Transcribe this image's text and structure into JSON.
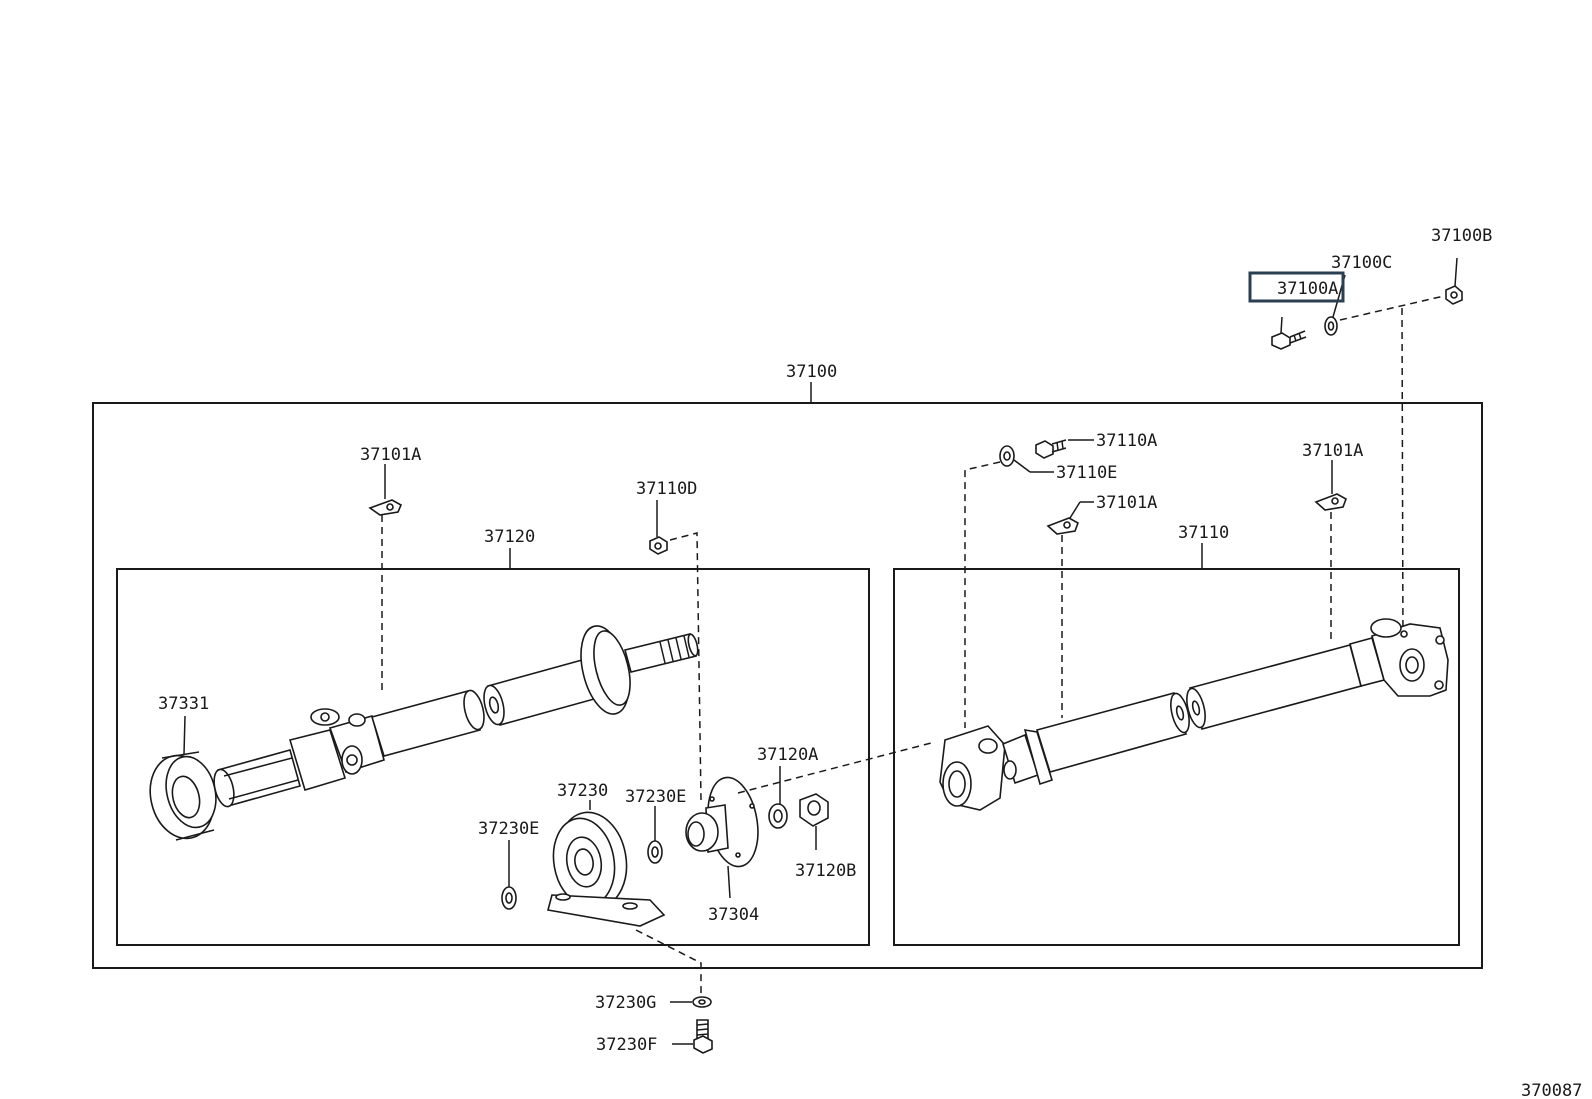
{
  "diagram": {
    "labels": {
      "p37100B": "37100B",
      "p37100C": "37100C",
      "p37100A": "37100A",
      "p37100": "37100",
      "p37101A_left": "37101A",
      "p37110D": "37110D",
      "p37120": "37120",
      "p37331": "37331",
      "p37230": "37230",
      "p37230E_mid": "37230E",
      "p37230E_left": "37230E",
      "p37120A": "37120A",
      "p37120B": "37120B",
      "p37304": "37304",
      "p37110A": "37110A",
      "p37110E": "37110E",
      "p37101A_center": "37101A",
      "p37101A_right": "37101A",
      "p37110": "37110",
      "p37230G": "37230G",
      "p37230F": "37230F"
    },
    "highlighted_part": "37100A",
    "highlight_color": "#2b3f52",
    "figure_number": "370087"
  }
}
